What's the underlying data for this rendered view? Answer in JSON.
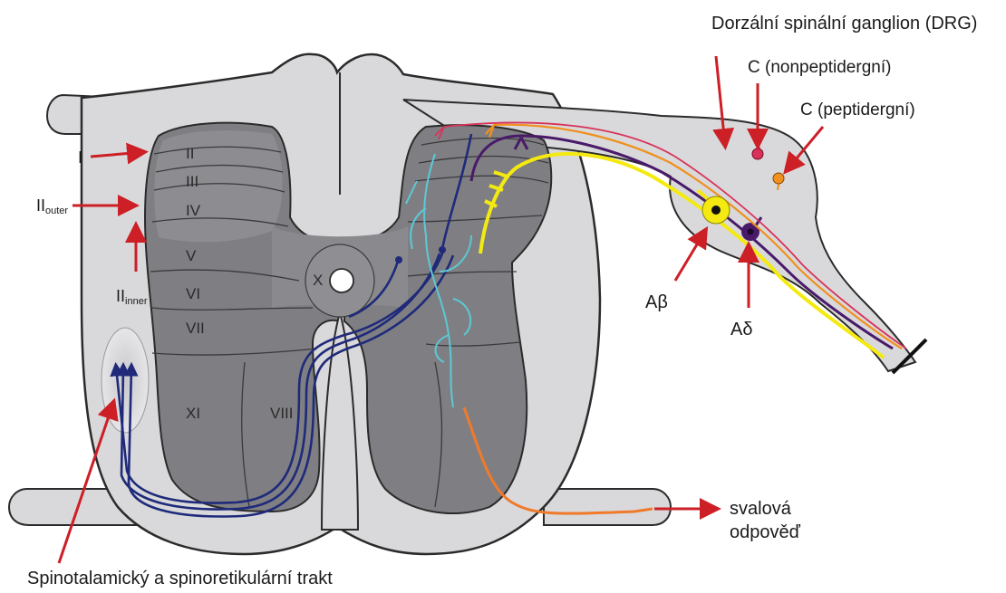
{
  "colors": {
    "white_matter": "#d9d9db",
    "gray_matter": "#7f7f83",
    "outline": "#2b2b2b",
    "arrow": "#cc1f26",
    "abeta": "#f4ea12",
    "adelta": "#4a1a6a",
    "c_peptidergic": "#f0901e",
    "c_nonpeptidergic": "#d8325a",
    "interneuron": "#5bc9d6",
    "spinothalamic": "#1f2a7a",
    "motor": "#f07a2a"
  },
  "labels": {
    "drg": "Dorzální spinální ganglion (DRG)",
    "c_nonpeptidergic": "C (nonpeptidergní)",
    "c_peptidergic": "C (peptidergní)",
    "abeta": "Aβ",
    "adelta": "Aδ",
    "muscle_line1": "svalová",
    "muscle_line2": "odpověď",
    "tract": "Spinotalamický a spinoretikulární trakt",
    "lamina_I": "I",
    "lamina_II_outer_main": "II",
    "lamina_II_outer_sub": "outer",
    "lamina_II_inner_main": "II",
    "lamina_II_inner_sub": "inner"
  },
  "laminae": [
    "II",
    "III",
    "IV",
    "V",
    "VI",
    "VII",
    "X",
    "XI",
    "VIII"
  ],
  "icons": [
    "red-arrow-icon",
    "neuron-soma-icon",
    "arrowhead-icon"
  ]
}
